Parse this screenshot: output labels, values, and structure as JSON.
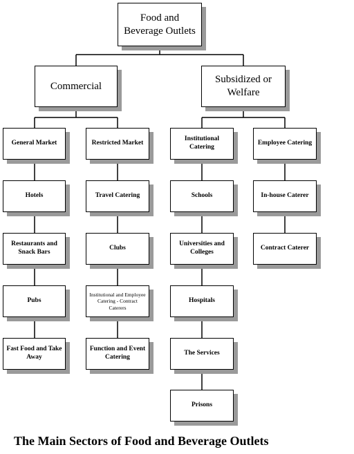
{
  "root": "Food and Beverage Outlets",
  "sectors": {
    "commercial": "Commercial",
    "subsidized": "Subsidized or Welfare"
  },
  "categories": {
    "general_market": "General Market",
    "restricted_market": "Restricted Market",
    "institutional": "Institutional Catering",
    "employee": "Employee Catering"
  },
  "general_market": [
    "Hotels",
    "Restaurants and Snack Bars",
    "Pubs",
    "Fast Food and Take Away"
  ],
  "restricted_market": [
    "Travel Catering",
    "Clubs",
    "Institutional and Employee Catering - Contract Caterers",
    "Function and Event Catering"
  ],
  "institutional": [
    "Schools",
    "Universities and Colleges",
    "Hospitals",
    "The Services",
    "Prisons"
  ],
  "employee": [
    "In-house Caterer",
    "Contract Caterer"
  ],
  "caption": "The Main Sectors of Food and Beverage Outlets"
}
